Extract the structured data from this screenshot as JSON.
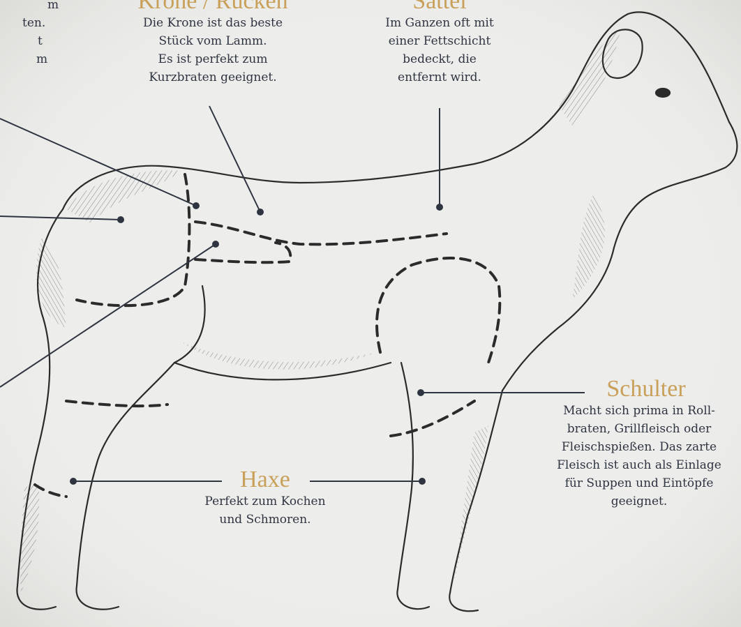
{
  "labels": {
    "top_left_fragment": [
      "m",
      "ten.",
      "t",
      "m"
    ],
    "krone": {
      "title": "Krone / Rücken",
      "desc": [
        "Die Krone ist das beste",
        "Stück vom Lamm.",
        "Es ist perfekt zum",
        "Kurzbraten geeignet."
      ]
    },
    "sattel": {
      "title": "Sattel",
      "desc": [
        "Im Ganzen oft mit",
        "einer Fettschicht",
        "bedeckt, die",
        "entfernt wird."
      ]
    },
    "schulter": {
      "title": "Schulter",
      "desc": [
        "Macht sich prima in Roll-",
        "braten, Grillfleisch oder",
        "Fleischspießen. Das zarte",
        "Fleisch ist auch als Einlage",
        "für Suppen und Eintöpfe",
        "geeignet."
      ]
    },
    "haxe": {
      "title": "Haxe",
      "desc": [
        "Perfekt zum Kochen",
        "und Schmoren."
      ]
    }
  },
  "colors": {
    "background": "#eeeeec",
    "ink": "#2f3441",
    "title_gold": "#c9a05a"
  }
}
